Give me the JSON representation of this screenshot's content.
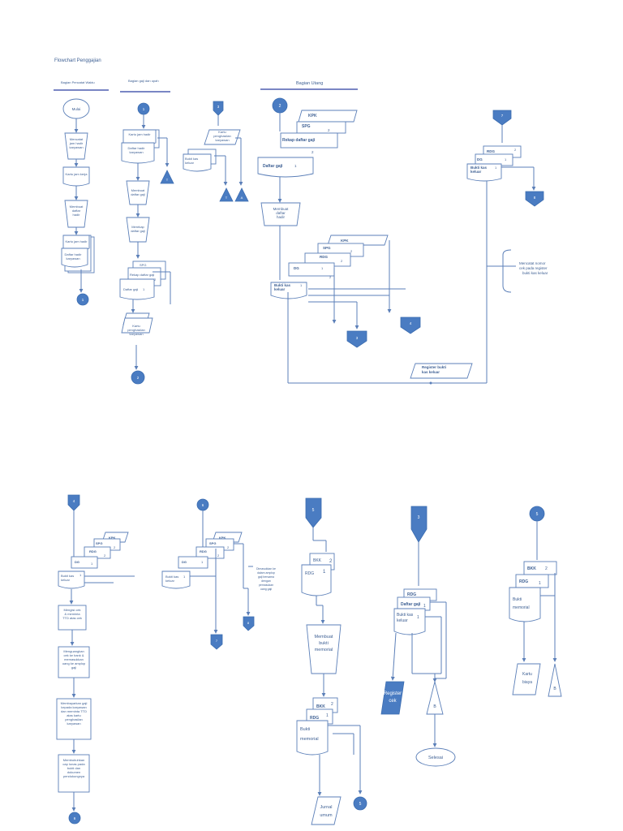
{
  "title": "Flowchart Penggajian",
  "departments": {
    "timekeeping": "Bagian Pencatat Waktu",
    "payroll": "Bagian gaji dan upah",
    "payable": "Bagian Utang"
  },
  "colors": {
    "primary": "#4a7cc2",
    "line": "#5b7fb8",
    "text": "#3d5f93",
    "header_rule": "#2b3ea0"
  },
  "timekeeping": {
    "start": "Mulai",
    "record_attendance": "Mencatat jam hadir karyawan",
    "time_card": "Kartu jam kerja",
    "make_list": "Membuat daftar hadir",
    "time_card2": "Kartu jam hadir",
    "attendance_list": "Daftar hadir karyawan",
    "connector": "1"
  },
  "payroll": {
    "connector_in": "1",
    "time_card": "Kartu jam hadir",
    "attendance_list": "Daftar hadir karyawan",
    "connector_t": "T",
    "make_payroll": "Membuat daftar gaji",
    "recap_payroll": "Membuat daftar gaji",
    "spg": "SPG",
    "rekap": "Rekap daftar gaji",
    "daftar_gaji": "Daftar gaji",
    "n1": "1",
    "n2": "2",
    "earnings_card": "Kartu penghasilan karyawan",
    "connector_out": "2"
  },
  "payroll_b": {
    "connector_in": "3",
    "dg": "DG",
    "bkk": "Bukti kas keluar",
    "earnings_card": "Kartu penghasilan karyawan",
    "c1": "T",
    "c2": "A"
  },
  "payable": {
    "connector_in": "2",
    "kpk": "KPK",
    "spg": "SPG",
    "rekap": "Rekap daftar gaji",
    "daftar_gaji": "Daftar gaji",
    "make_bkk": "Membuat daftar hadir",
    "rdg": "RDG",
    "dg": "DG",
    "bkk": "Bukti kas keluar",
    "c3": "3",
    "c4": "4",
    "register": "Register bukti kas keluar",
    "note": "Mencatat nomor cek pada register bukti kas keluar",
    "connector_7": "7",
    "rdg2": "RDG",
    "dg2": "DG",
    "bkk2": "Bukti kas keluar",
    "connector_8": "8"
  },
  "bottom": {
    "c4_in": "4",
    "kpk": "KPK",
    "spg": "SPG",
    "rdg": "RDG",
    "dg": "DG",
    "bkk": "Bukti kas keluar",
    "step1": "Mengisi cek & meminta TTD atas cek",
    "step2": "Menguangkan cek ke bank & memasukkan uang ke amplop gaji",
    "step3": "Membayarkan gaji kepada karyawan dan meminta TTD atas kartu penghasilan karyawan",
    "step4": "Membubuhkan cap lunas pada bukti dan dokumen pendukungnya",
    "c6": "6",
    "c6_in": "6",
    "note_envelope": "Dimasukkan ke dalam amplop gaji bersama dengan pemasukan uang gaji",
    "c7": "7",
    "c8": "8",
    "c5_in": "5",
    "bkk_top": "BKK",
    "rdg_top": "RDG",
    "make_memo": "Membuat bukti memorial",
    "bkk_b": "BKK",
    "rdg_b": "RDG",
    "memo": "Bukti memorial",
    "jurnal": "Jurnal umum",
    "c5_out": "5",
    "c3_in": "3",
    "rdg3": "RDG",
    "daftar_gaji3": "Daftar gaji",
    "bkk3": "Bukti kas keluar",
    "register_cek": "Register cek",
    "c_b": "B",
    "selesai": "Selesai",
    "c5b": "5",
    "bkk5": "BKK",
    "rdg5": "RDG",
    "memo5": "Bukti memorial",
    "kartu_biaya": "Kartu biaya",
    "c_b2": "B",
    "n1": "1",
    "n2": "2"
  }
}
